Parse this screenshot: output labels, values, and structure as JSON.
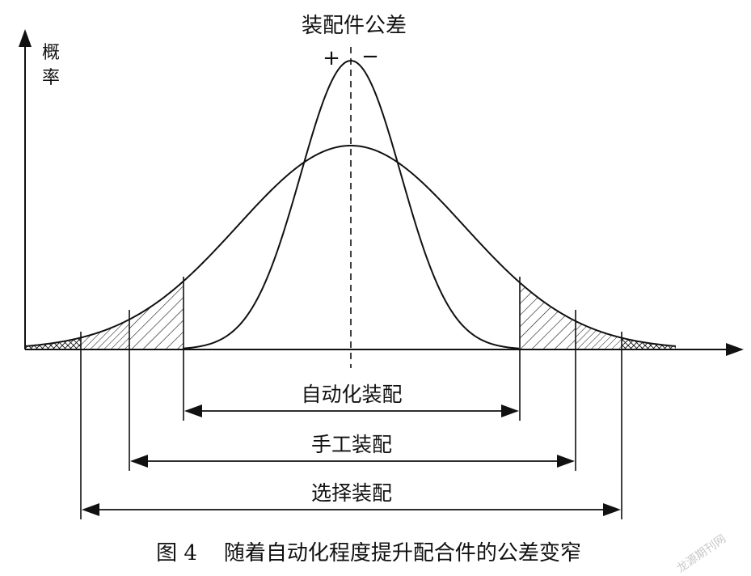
{
  "title": "装配件公差",
  "axis": {
    "y_label_line1": "概",
    "y_label_line2": "率"
  },
  "signs": {
    "plus": "+",
    "minus": "−"
  },
  "dimensions": [
    {
      "label": "自动化装配"
    },
    {
      "label": "手工装配"
    },
    {
      "label": "选择装配"
    }
  ],
  "caption": "图 4    随着自动化程度提升配合件的公差变窄",
  "watermark": "龙源期刊网",
  "colors": {
    "ink": "#111111",
    "watermark": "#c8c8c8"
  }
}
